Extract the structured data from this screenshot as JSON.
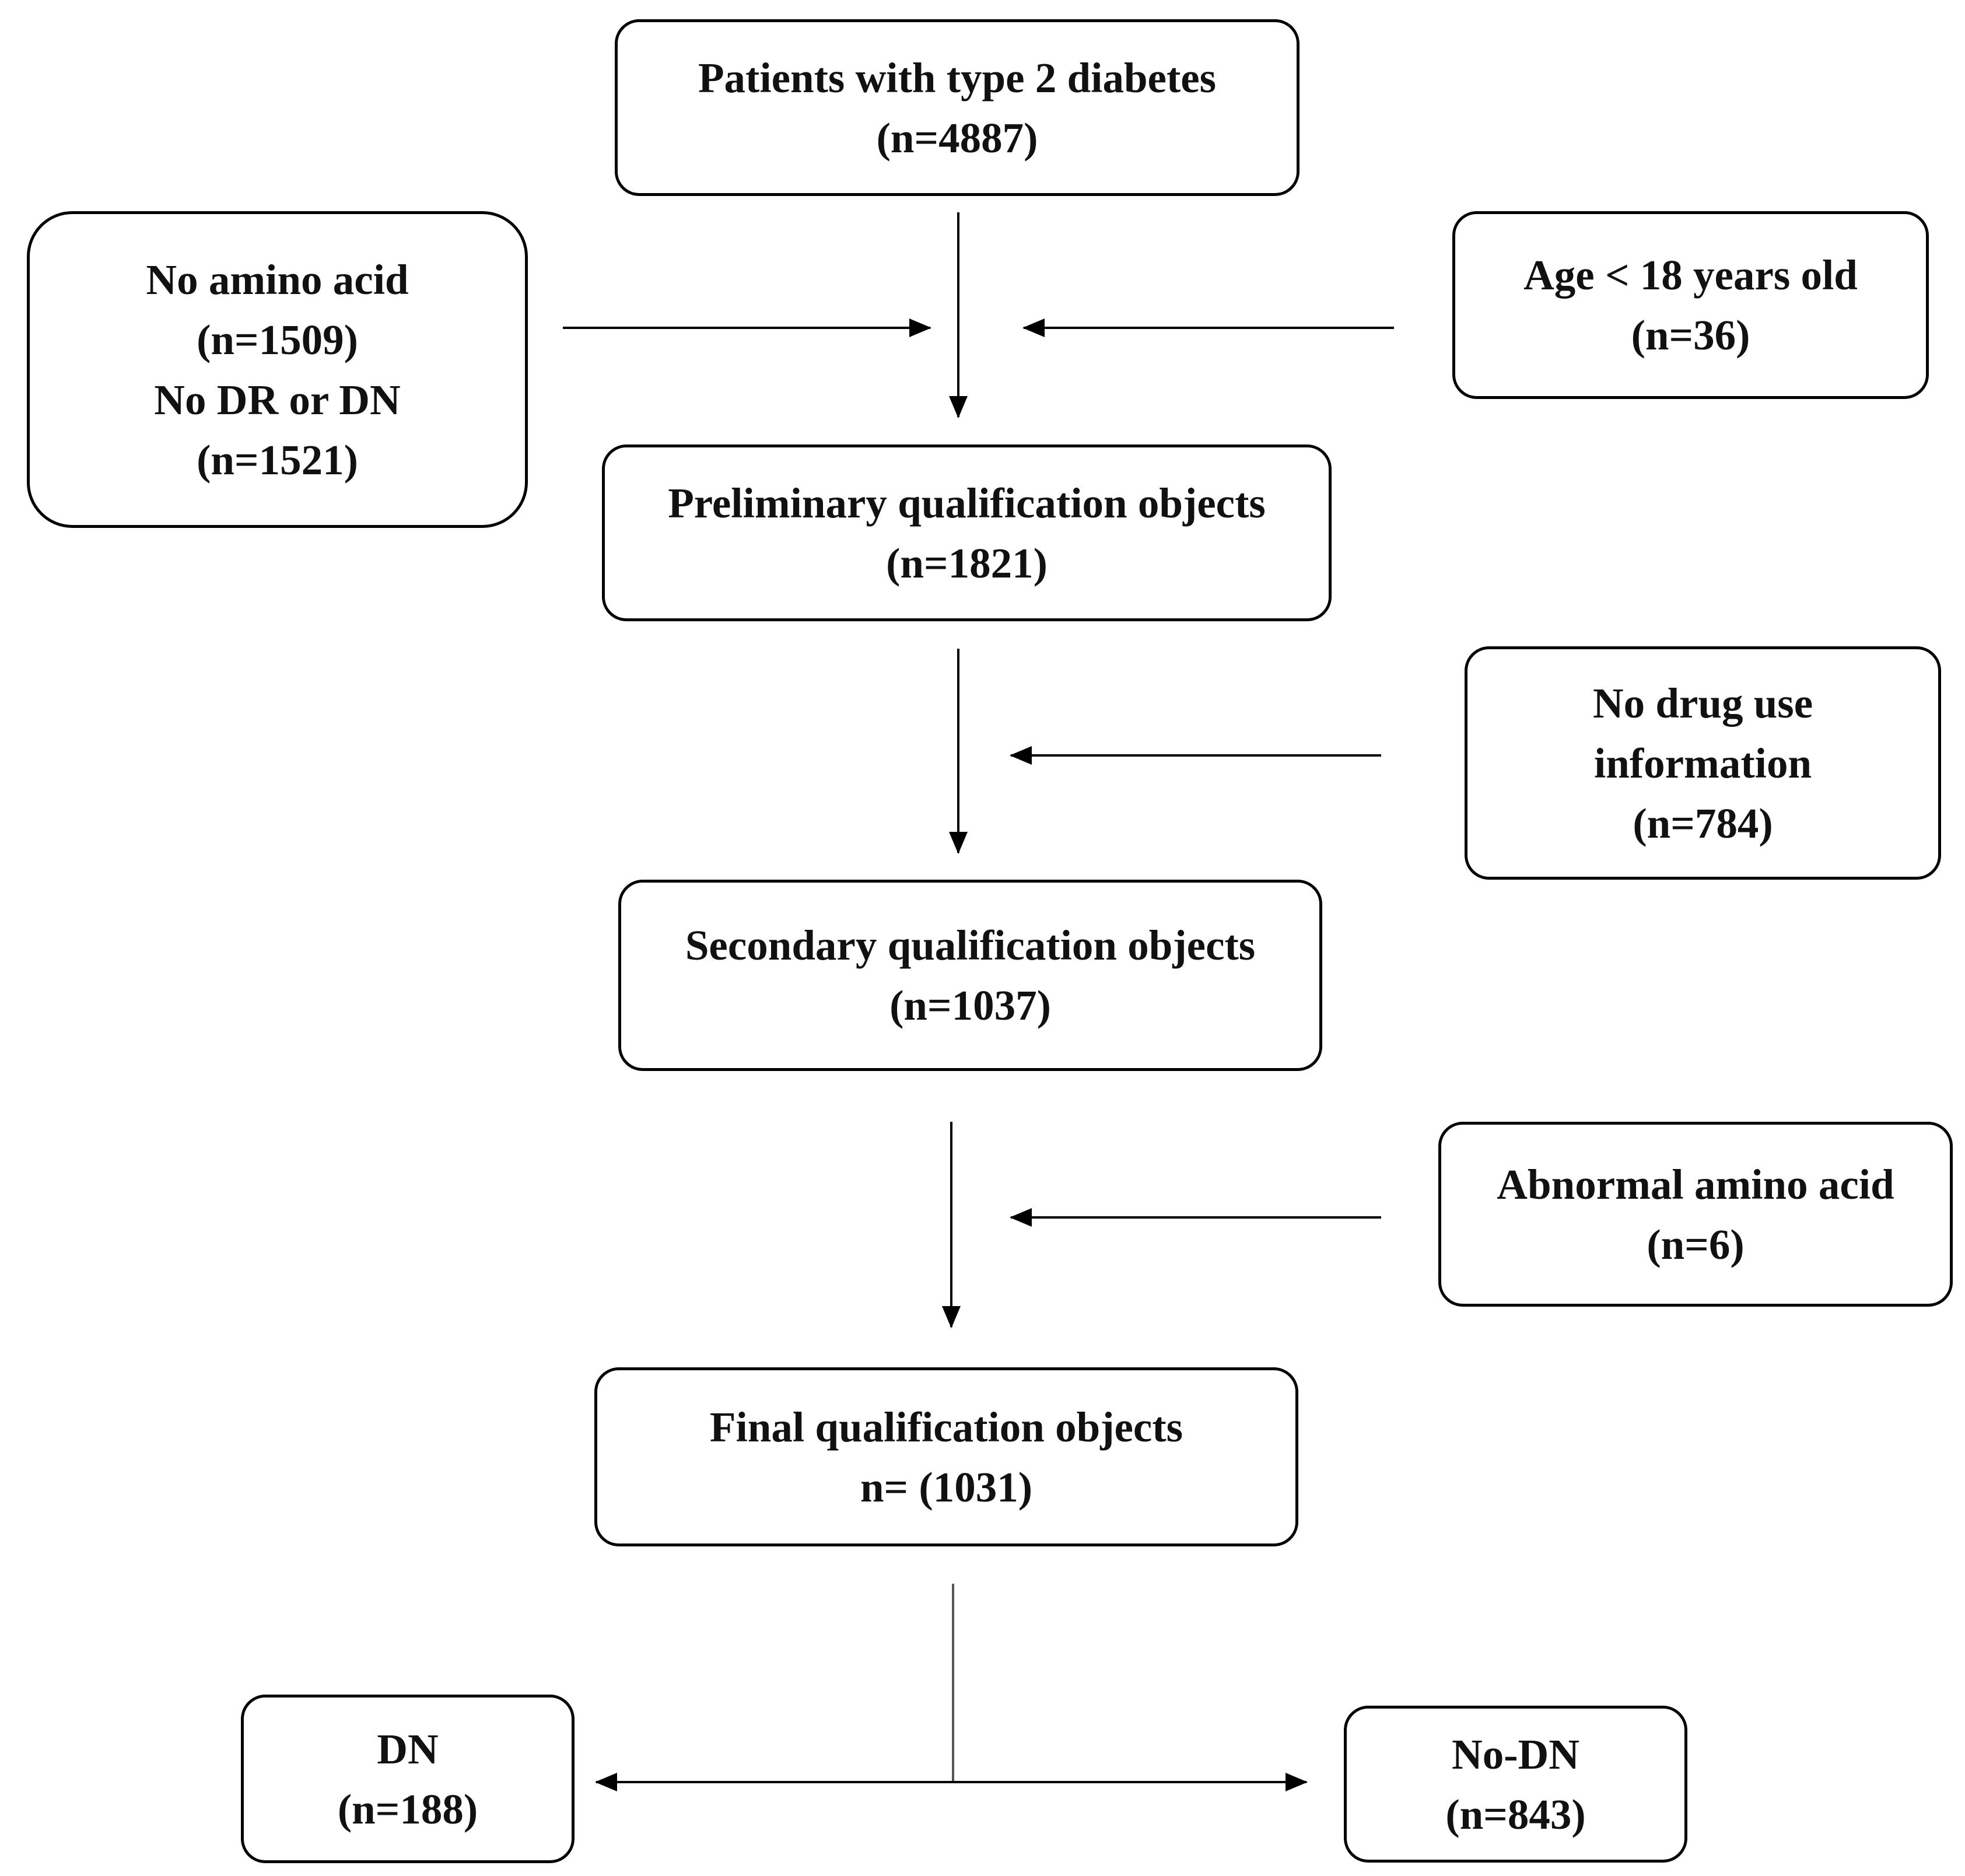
{
  "flowchart": {
    "start": {
      "line1": "Patients with type 2 diabetes",
      "line2": "(n=4887)"
    },
    "exclusion_left": {
      "line1": "No amino acid",
      "line2": "(n=1509)",
      "line3": "No DR or DN",
      "line4": "(n=1521)"
    },
    "exclusion_age": {
      "line1": "Age < 18 years old",
      "line2": "(n=36)"
    },
    "preliminary": {
      "line1": "Preliminary qualification objects",
      "line2": "(n=1821)"
    },
    "exclusion_drug": {
      "line1": "No drug use",
      "line2": "information",
      "line3": "(n=784)"
    },
    "secondary": {
      "line1": "Secondary qualification objects",
      "line2": "(n=1037)"
    },
    "exclusion_abnormal": {
      "line1": "Abnormal amino acid",
      "line2": "(n=6)"
    },
    "final": {
      "line1": "Final qualification objects",
      "line2": "n= (1031)"
    },
    "dn": {
      "line1": "DN",
      "line2": "(n=188)"
    },
    "no_dn": {
      "line1": "No-DN",
      "line2": "(n=843)"
    }
  },
  "colors": {
    "line": "#000000",
    "text": "#111111",
    "background": "#ffffff"
  }
}
